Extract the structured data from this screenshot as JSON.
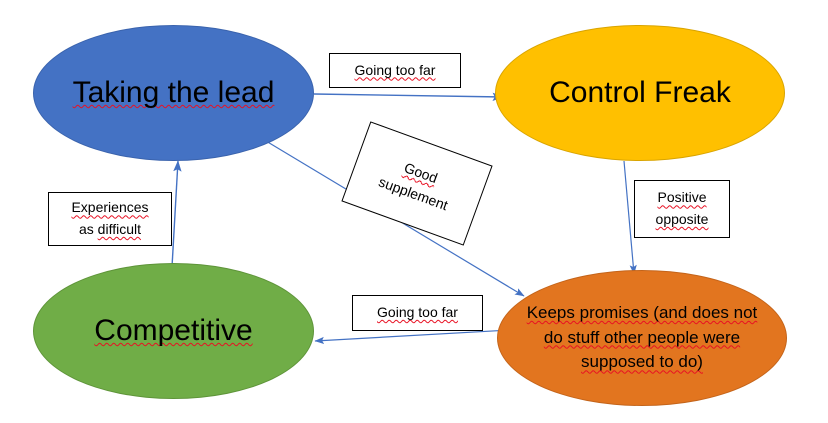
{
  "diagram": {
    "title": "Taking the lead / Control Freak / Competitive behaviour cycle",
    "background": "#ffffff",
    "connector_color": "#4472C4"
  },
  "nodes": [
    {
      "id": "taking-the-lead",
      "label": "Taking the lead",
      "color": "#4472C4",
      "shape": "ellipse",
      "spellcheck_underline": true
    },
    {
      "id": "control-freak",
      "label": "Control Freak",
      "color": "#FFC000",
      "shape": "ellipse",
      "spellcheck_underline": false
    },
    {
      "id": "competitive",
      "label": "Competitive",
      "color": "#70AD47",
      "shape": "ellipse",
      "spellcheck_underline": true
    },
    {
      "id": "keeps-promises",
      "label_lines": [
        "Keeps promises (and does not",
        "do stuff other people were",
        "supposed to do)"
      ],
      "color": "#E2751F",
      "shape": "ellipse",
      "spellcheck_underline": true
    }
  ],
  "edge_labels": {
    "going_too_far_top": "Going too far",
    "going_too_far_bottom": "Going too far",
    "experiences_line1": "Experiences",
    "experiences_line2_plain": "as ",
    "experiences_line2_marked": "difficult",
    "positive_line1": "Positive",
    "positive_line2": "opposite",
    "good_supplement_line1": "Good",
    "good_supplement_line2": "supplement"
  },
  "edges": [
    {
      "from": "taking-the-lead",
      "to": "control-freak",
      "label": "Going too far"
    },
    {
      "from": "taking-the-lead",
      "to": "keeps-promises",
      "label": "Good supplement"
    },
    {
      "from": "control-freak",
      "to": "keeps-promises",
      "label": "Positive opposite"
    },
    {
      "from": "keeps-promises",
      "to": "competitive",
      "label": "Going too far"
    },
    {
      "from": "competitive",
      "to": "taking-the-lead",
      "label": "Experiences as difficult"
    }
  ]
}
